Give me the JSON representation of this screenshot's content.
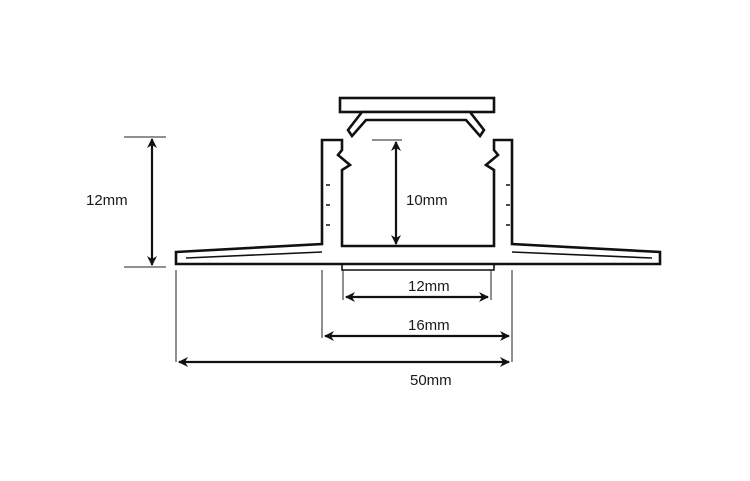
{
  "dimensions": {
    "height_total": "12mm",
    "height_inner": "10mm",
    "width_inner": "12mm",
    "width_channel": "16mm",
    "width_total": "50mm"
  },
  "colors": {
    "line": "#111111",
    "text": "#1a1a1a",
    "background": "#ffffff"
  }
}
